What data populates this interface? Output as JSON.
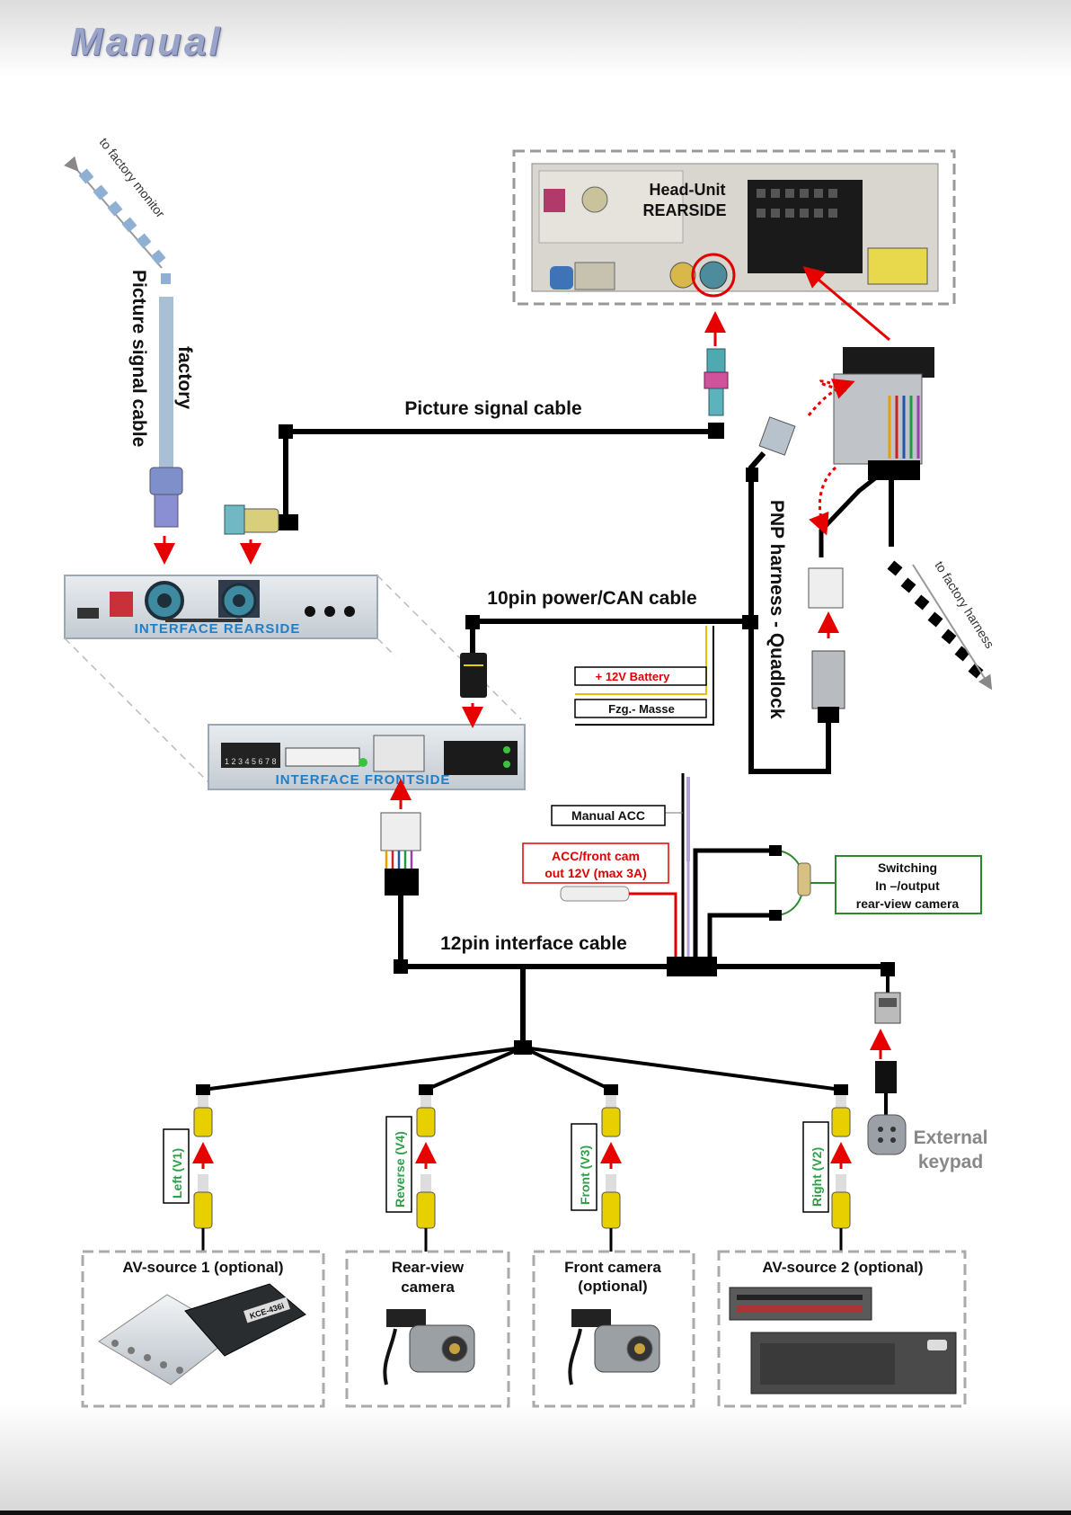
{
  "header": {
    "title": "Manual"
  },
  "labels": {
    "to_factory_monitor": "to factory monitor",
    "factory": "factory",
    "picture_signal_cable_vertical": "Picture signal cable",
    "picture_signal_cable": "Picture signal cable",
    "head_unit_line1": "Head-Unit",
    "head_unit_line2": "REARSIDE",
    "interface_rearside": "INTERFACE REARSIDE",
    "interface_frontside": "INTERFACE FRONTSIDE",
    "power_can_cable": "10pin power/CAN cable",
    "battery": "+ 12V Battery",
    "ground": "Fzg.- Masse",
    "pnp_harness": "PNP harness - Quadlock",
    "to_factory_harness": "to factory harness",
    "manual_acc": "Manual ACC",
    "acc_front_cam_line1": "ACC/front cam",
    "acc_front_cam_line2": "out  12V (max 3A)",
    "switching_line1": "Switching",
    "switching_line2": "In –/output",
    "switching_line3": "rear-view camera",
    "interface_cable": "12pin interface cable",
    "external_keypad_line1": "External",
    "external_keypad_line2": "keypad",
    "left_v1": "Left (V1)",
    "reverse_v4": "Reverse (V4)",
    "front_v3": "Front  (V3)",
    "right_v2": "Right  (V2)",
    "av_source_1": "AV-source 1 (optional)",
    "rear_view_camera_line1": "Rear-view",
    "rear_view_camera_line2": "camera",
    "front_camera_line1": "Front camera",
    "front_camera_line2": "(optional)",
    "av_source_2": "AV-source 2 (optional)",
    "kce_label": "KCE-436i",
    "dip_numbers": "1 2 3 4 5 6 7 8"
  },
  "colors": {
    "wire": "#000000",
    "arrow": "#e60000",
    "interface_text": "#1e7fc8",
    "video_label": "#2ea04a",
    "label_red": "#e00000",
    "fakra_blue": "#3d7f90",
    "cinch_yellow": "#e8d000"
  }
}
